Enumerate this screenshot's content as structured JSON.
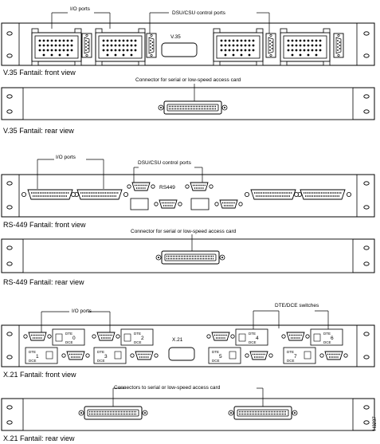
{
  "panels": {
    "v35_front": {
      "caption": "V.35 Fantail: front view",
      "labels": [
        "I/O ports",
        "DSU/CSU control ports",
        "V.35"
      ]
    },
    "v35_rear": {
      "caption": "V.35 Fantail: rear view",
      "labels": [
        "Connector for serial or low-speed access card"
      ]
    },
    "rs449_front": {
      "caption": "RS-449 Fantail: front view",
      "labels": [
        "I/O ports",
        "DSU/CSU control ports",
        "RS449"
      ]
    },
    "rs449_rear": {
      "caption": "RS-449 Fantail: rear view",
      "labels": [
        "Connector for serial or low-speed access card"
      ]
    },
    "x21_front": {
      "caption": "X.21 Fantail: front view",
      "labels": [
        "I/O ports",
        "DTE/DCE switches",
        "X.21"
      ],
      "switch_ports": [
        {
          "num": "0",
          "dte": "DTE",
          "dce": "DCE"
        },
        {
          "num": "2",
          "dte": "DTE",
          "dce": "DCE"
        },
        {
          "num": "4",
          "dte": "DTE",
          "dce": "DCE"
        },
        {
          "num": "6",
          "dte": "DTE",
          "dce": "DCE"
        },
        {
          "num": "1",
          "dte": "DTE",
          "dce": "DCE"
        },
        {
          "num": "3",
          "dte": "DTE",
          "dce": "DCE"
        },
        {
          "num": "5",
          "dte": "DTE",
          "dce": "DCE"
        },
        {
          "num": "7",
          "dte": "DTE",
          "dce": "DCE"
        }
      ]
    },
    "x21_rear": {
      "caption": "X.21 Fantail: rear view",
      "labels": [
        "Connectors to serial or low-speed access card"
      ]
    }
  },
  "figure_id": "H3237"
}
